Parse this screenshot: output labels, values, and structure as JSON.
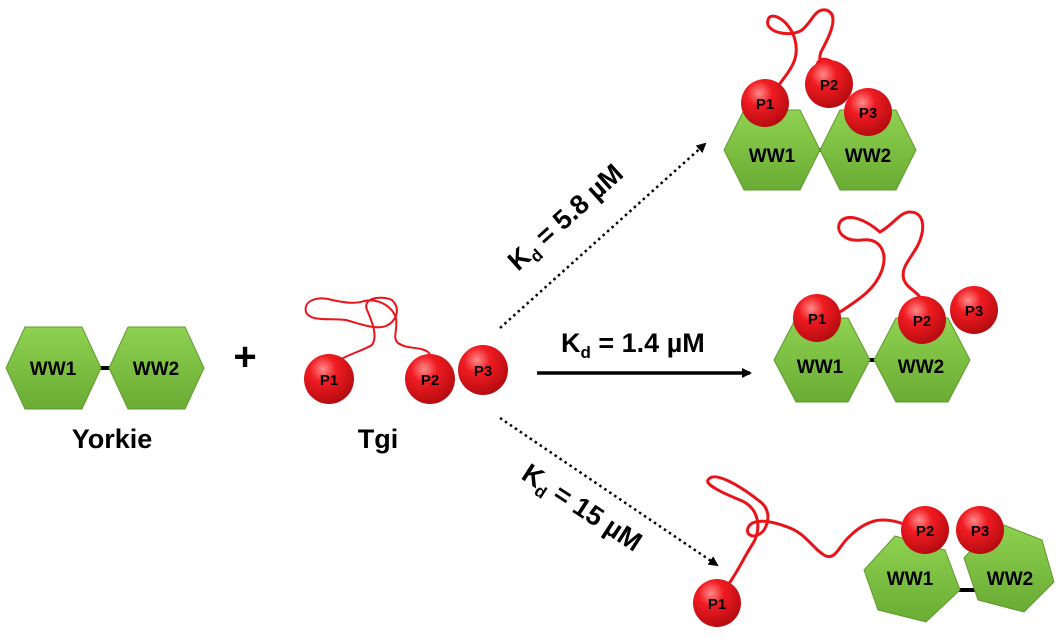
{
  "yorkie": {
    "domain1": "WW1",
    "domain2": "WW2",
    "caption": "Yorkie"
  },
  "operator": "+",
  "tgi": {
    "p1": "P1",
    "p2": "P2",
    "p3": "P3",
    "caption": "Tgi"
  },
  "complexes": [
    {
      "kd_symbol": "K",
      "kd_subscript": "d",
      "kd_value": " = 5.8 µM",
      "domain1": "WW1",
      "domain2": "WW2",
      "p1": "P1",
      "p2": "P2",
      "p3": "P3"
    },
    {
      "kd_symbol": "K",
      "kd_subscript": "d",
      "kd_value": " = 1.4 µM",
      "domain1": "WW1",
      "domain2": "WW2",
      "p1": "P1",
      "p2": "P2",
      "p3": "P3"
    },
    {
      "kd_symbol": "K",
      "kd_subscript": "d",
      "kd_value": " = 15 µM",
      "domain1": "WW1",
      "domain2": "WW2",
      "p1": "P1",
      "p2": "P2",
      "p3": "P3"
    }
  ],
  "colors": {
    "ww_domain": "#7ec242",
    "ww_domain_dark": "#5e9a2e",
    "peptide_bead": "#e8141a",
    "linker_chain": "#e8141a",
    "arrow": "#000000"
  }
}
